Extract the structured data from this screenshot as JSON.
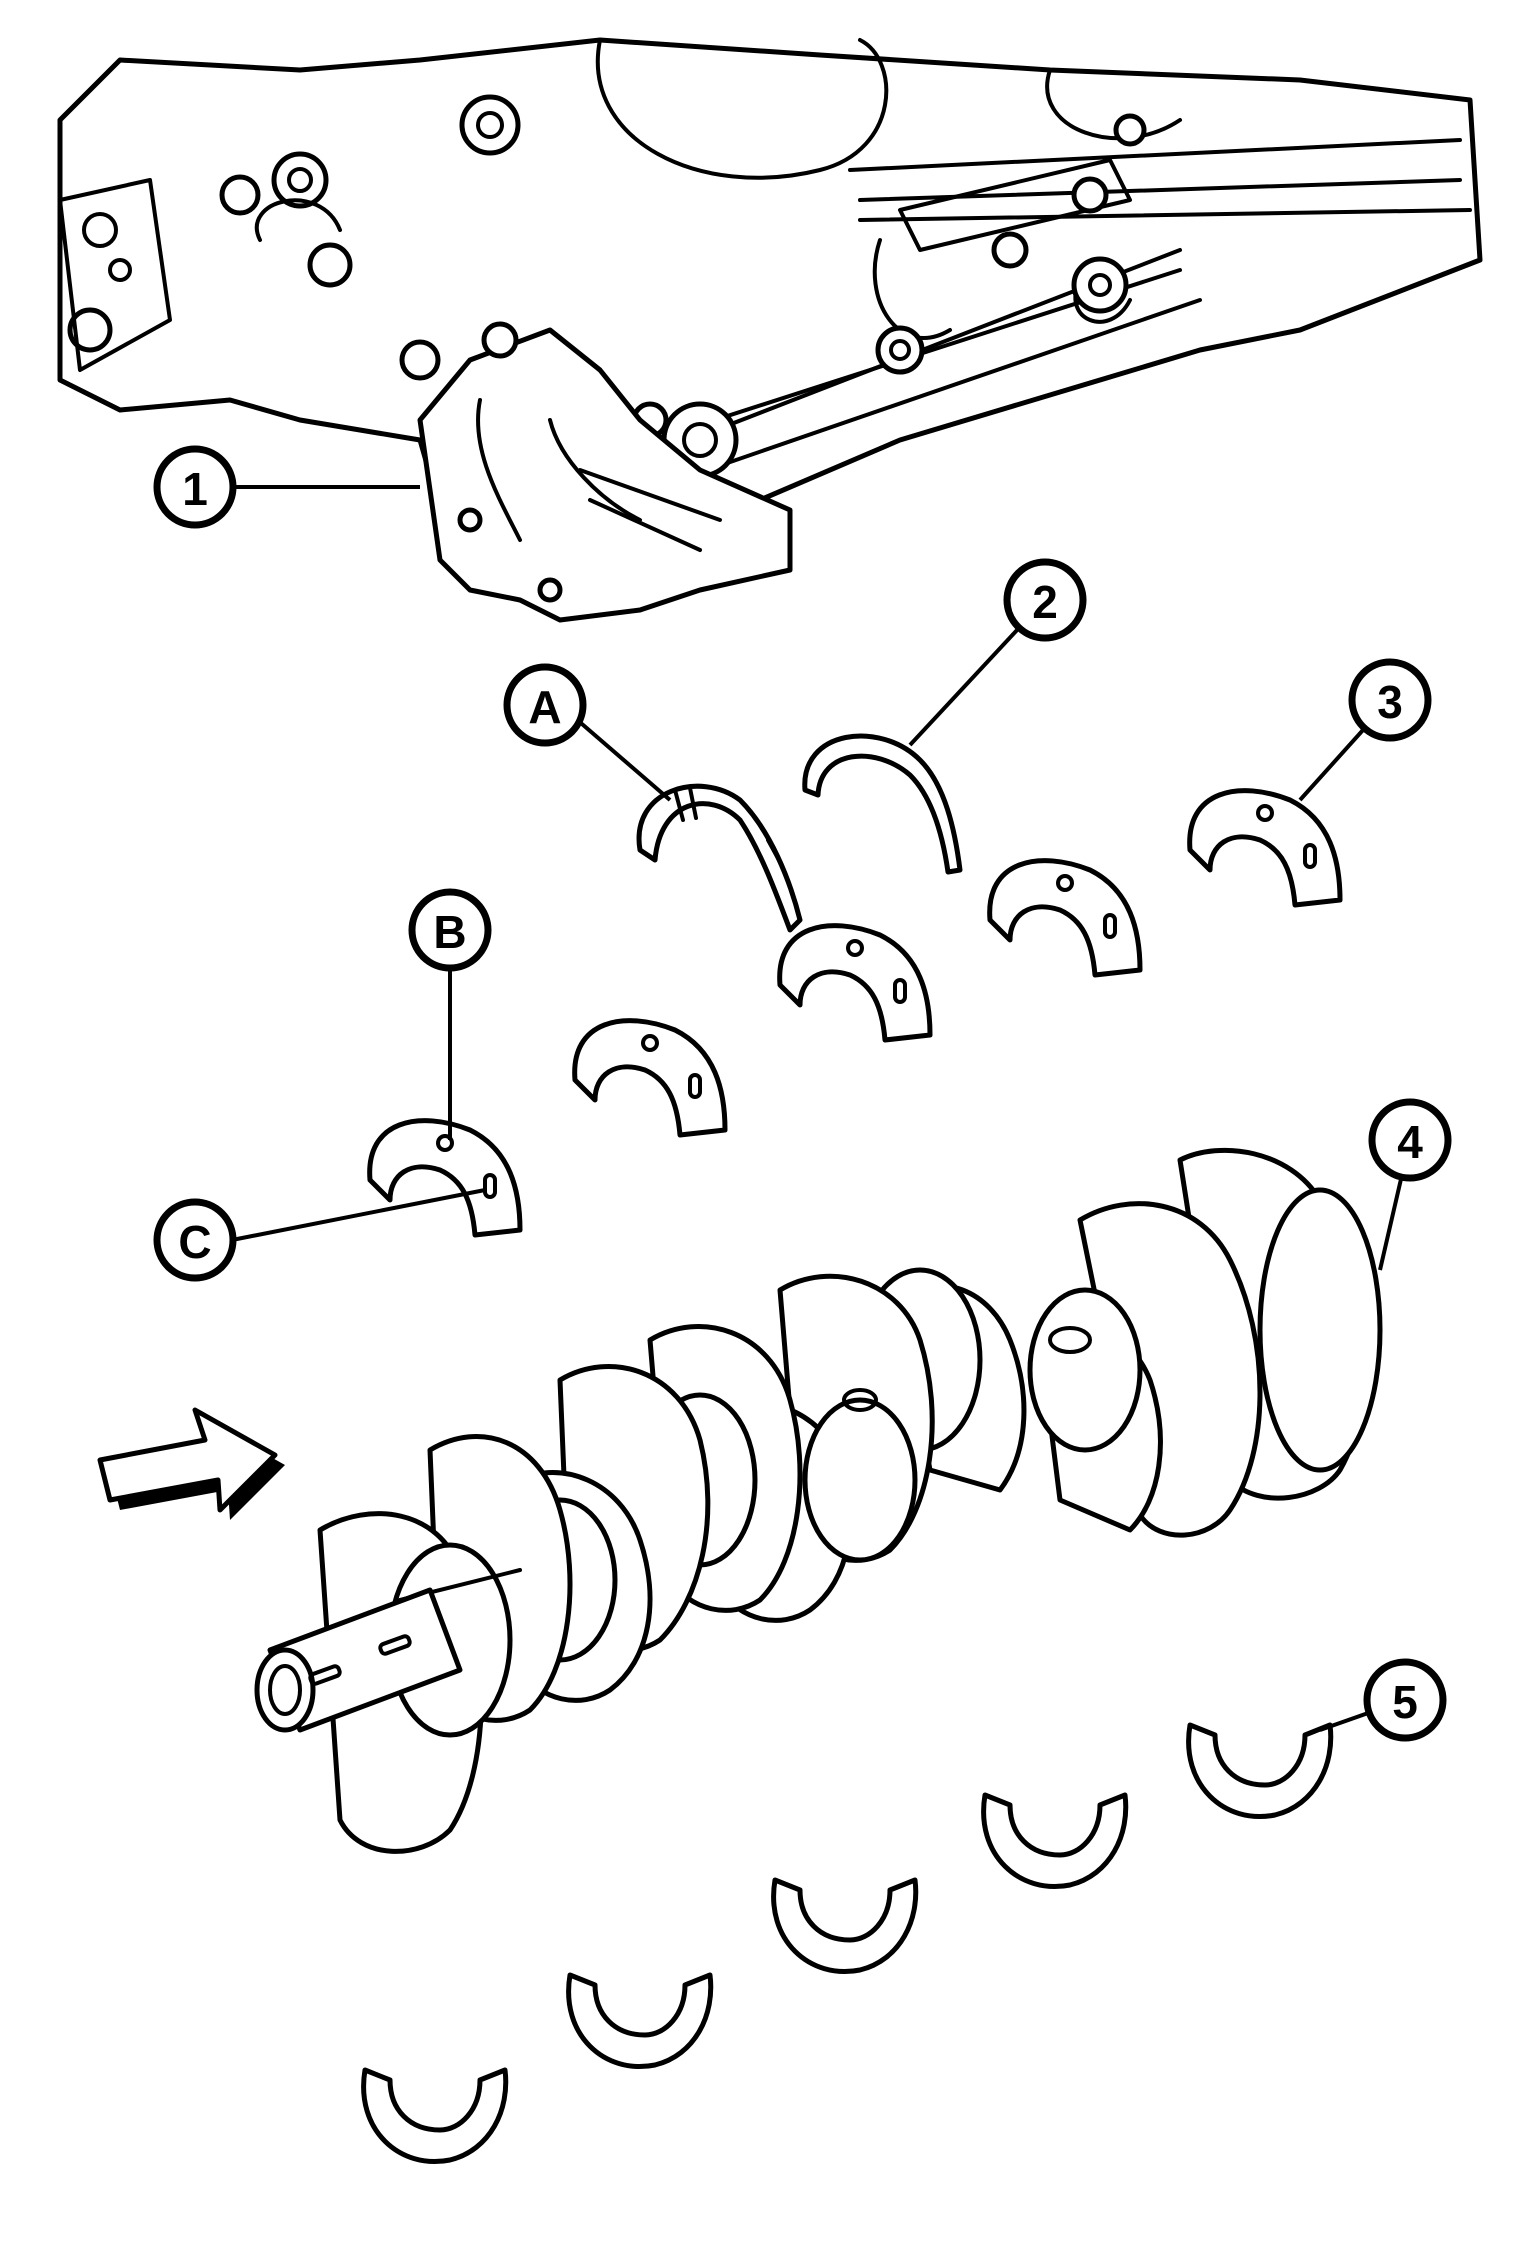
{
  "callouts": {
    "c1": "1",
    "c2": "2",
    "c3": "3",
    "c4": "4",
    "c5": "5",
    "cA": "A",
    "cB": "B",
    "cC": "C"
  },
  "icons": {
    "front_arrow": "front-direction-arrow-icon"
  },
  "colors": {
    "line": "#000000",
    "background": "#ffffff"
  }
}
